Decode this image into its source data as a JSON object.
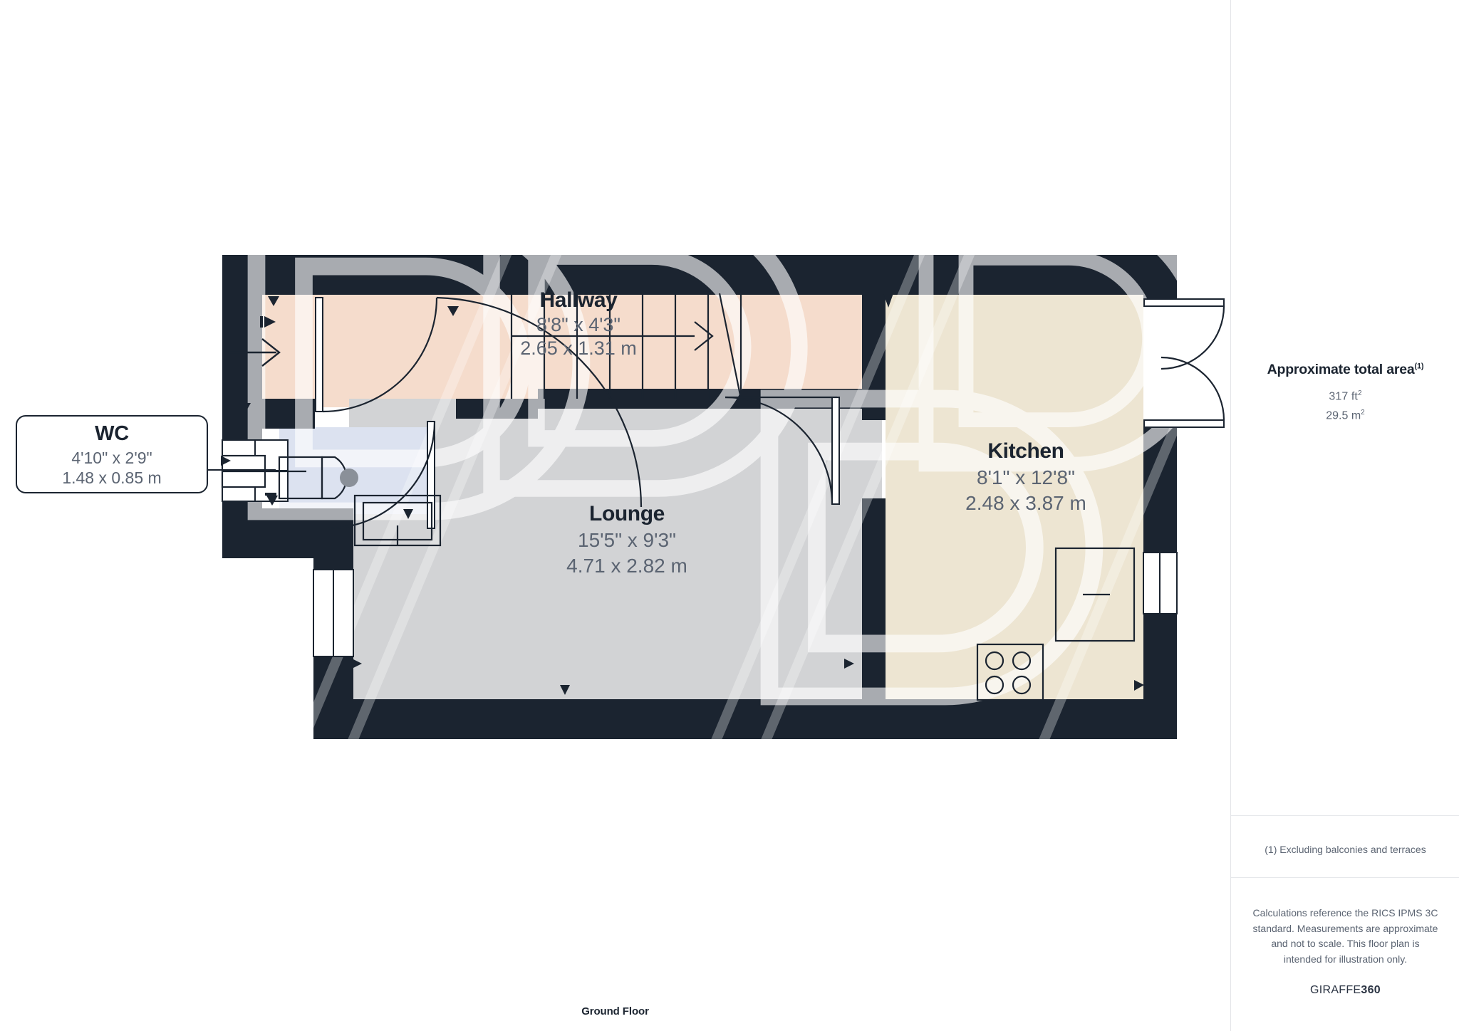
{
  "floor": {
    "title": "Ground Floor"
  },
  "sidebar": {
    "area_title": "Approximate total area",
    "area_title_sup": "(1)",
    "area_sqft": "317 ft",
    "area_sqft_sup": "2",
    "area_sqm": "29.5 m",
    "area_sqm_sup": "2",
    "footnote": "(1) Excluding balconies and terraces",
    "disclaimer": "Calculations reference the RICS IPMS 3C standard. Measurements are approximate and not to scale. This floor plan is intended for illustration only.",
    "brand_prefix": "GIRAFFE",
    "brand_suffix": "360"
  },
  "callout": {
    "name": "WC",
    "dim_imperial": "4'10\" x 2'9\"",
    "dim_metric": "1.48 x 0.85 m"
  },
  "rooms": [
    {
      "key": "hallway",
      "name": "Hallway",
      "dim_imperial": "8'8\" x 4'3\"",
      "dim_metric": "2.65 x 1.31 m",
      "fill": "#F5DCCC"
    },
    {
      "key": "lounge",
      "name": "Lounge",
      "dim_imperial": "15'5\" x 9'3\"",
      "dim_metric": "4.71 x 2.82 m",
      "fill": "#D2D3D5"
    },
    {
      "key": "kitchen",
      "name": "Kitchen",
      "dim_imperial": "8'1\" x 12'8\"",
      "dim_metric": "2.48 x 3.87 m",
      "fill": "#EDE5D2"
    },
    {
      "key": "wc",
      "name": "WC",
      "dim_imperial": "4'10\" x 2'9\"",
      "dim_metric": "1.48 x 0.85 m",
      "fill": "#DCE2F0"
    }
  ],
  "colors": {
    "wall": "#1B2430",
    "text_dark": "#1B2430",
    "text_muted": "#5B6472",
    "divider": "#E6E8EB",
    "hallway": "#F5DCCC",
    "lounge": "#D2D3D5",
    "kitchen": "#EDE5D2",
    "wc": "#DCE2F0",
    "watermark": "#FFFFFF"
  },
  "fixtures": {
    "hob": "hob-4-burner",
    "toilet": "toilet",
    "basin": "wash-basin",
    "stairs": "staircase",
    "sink_counter": "kitchen-counter"
  }
}
